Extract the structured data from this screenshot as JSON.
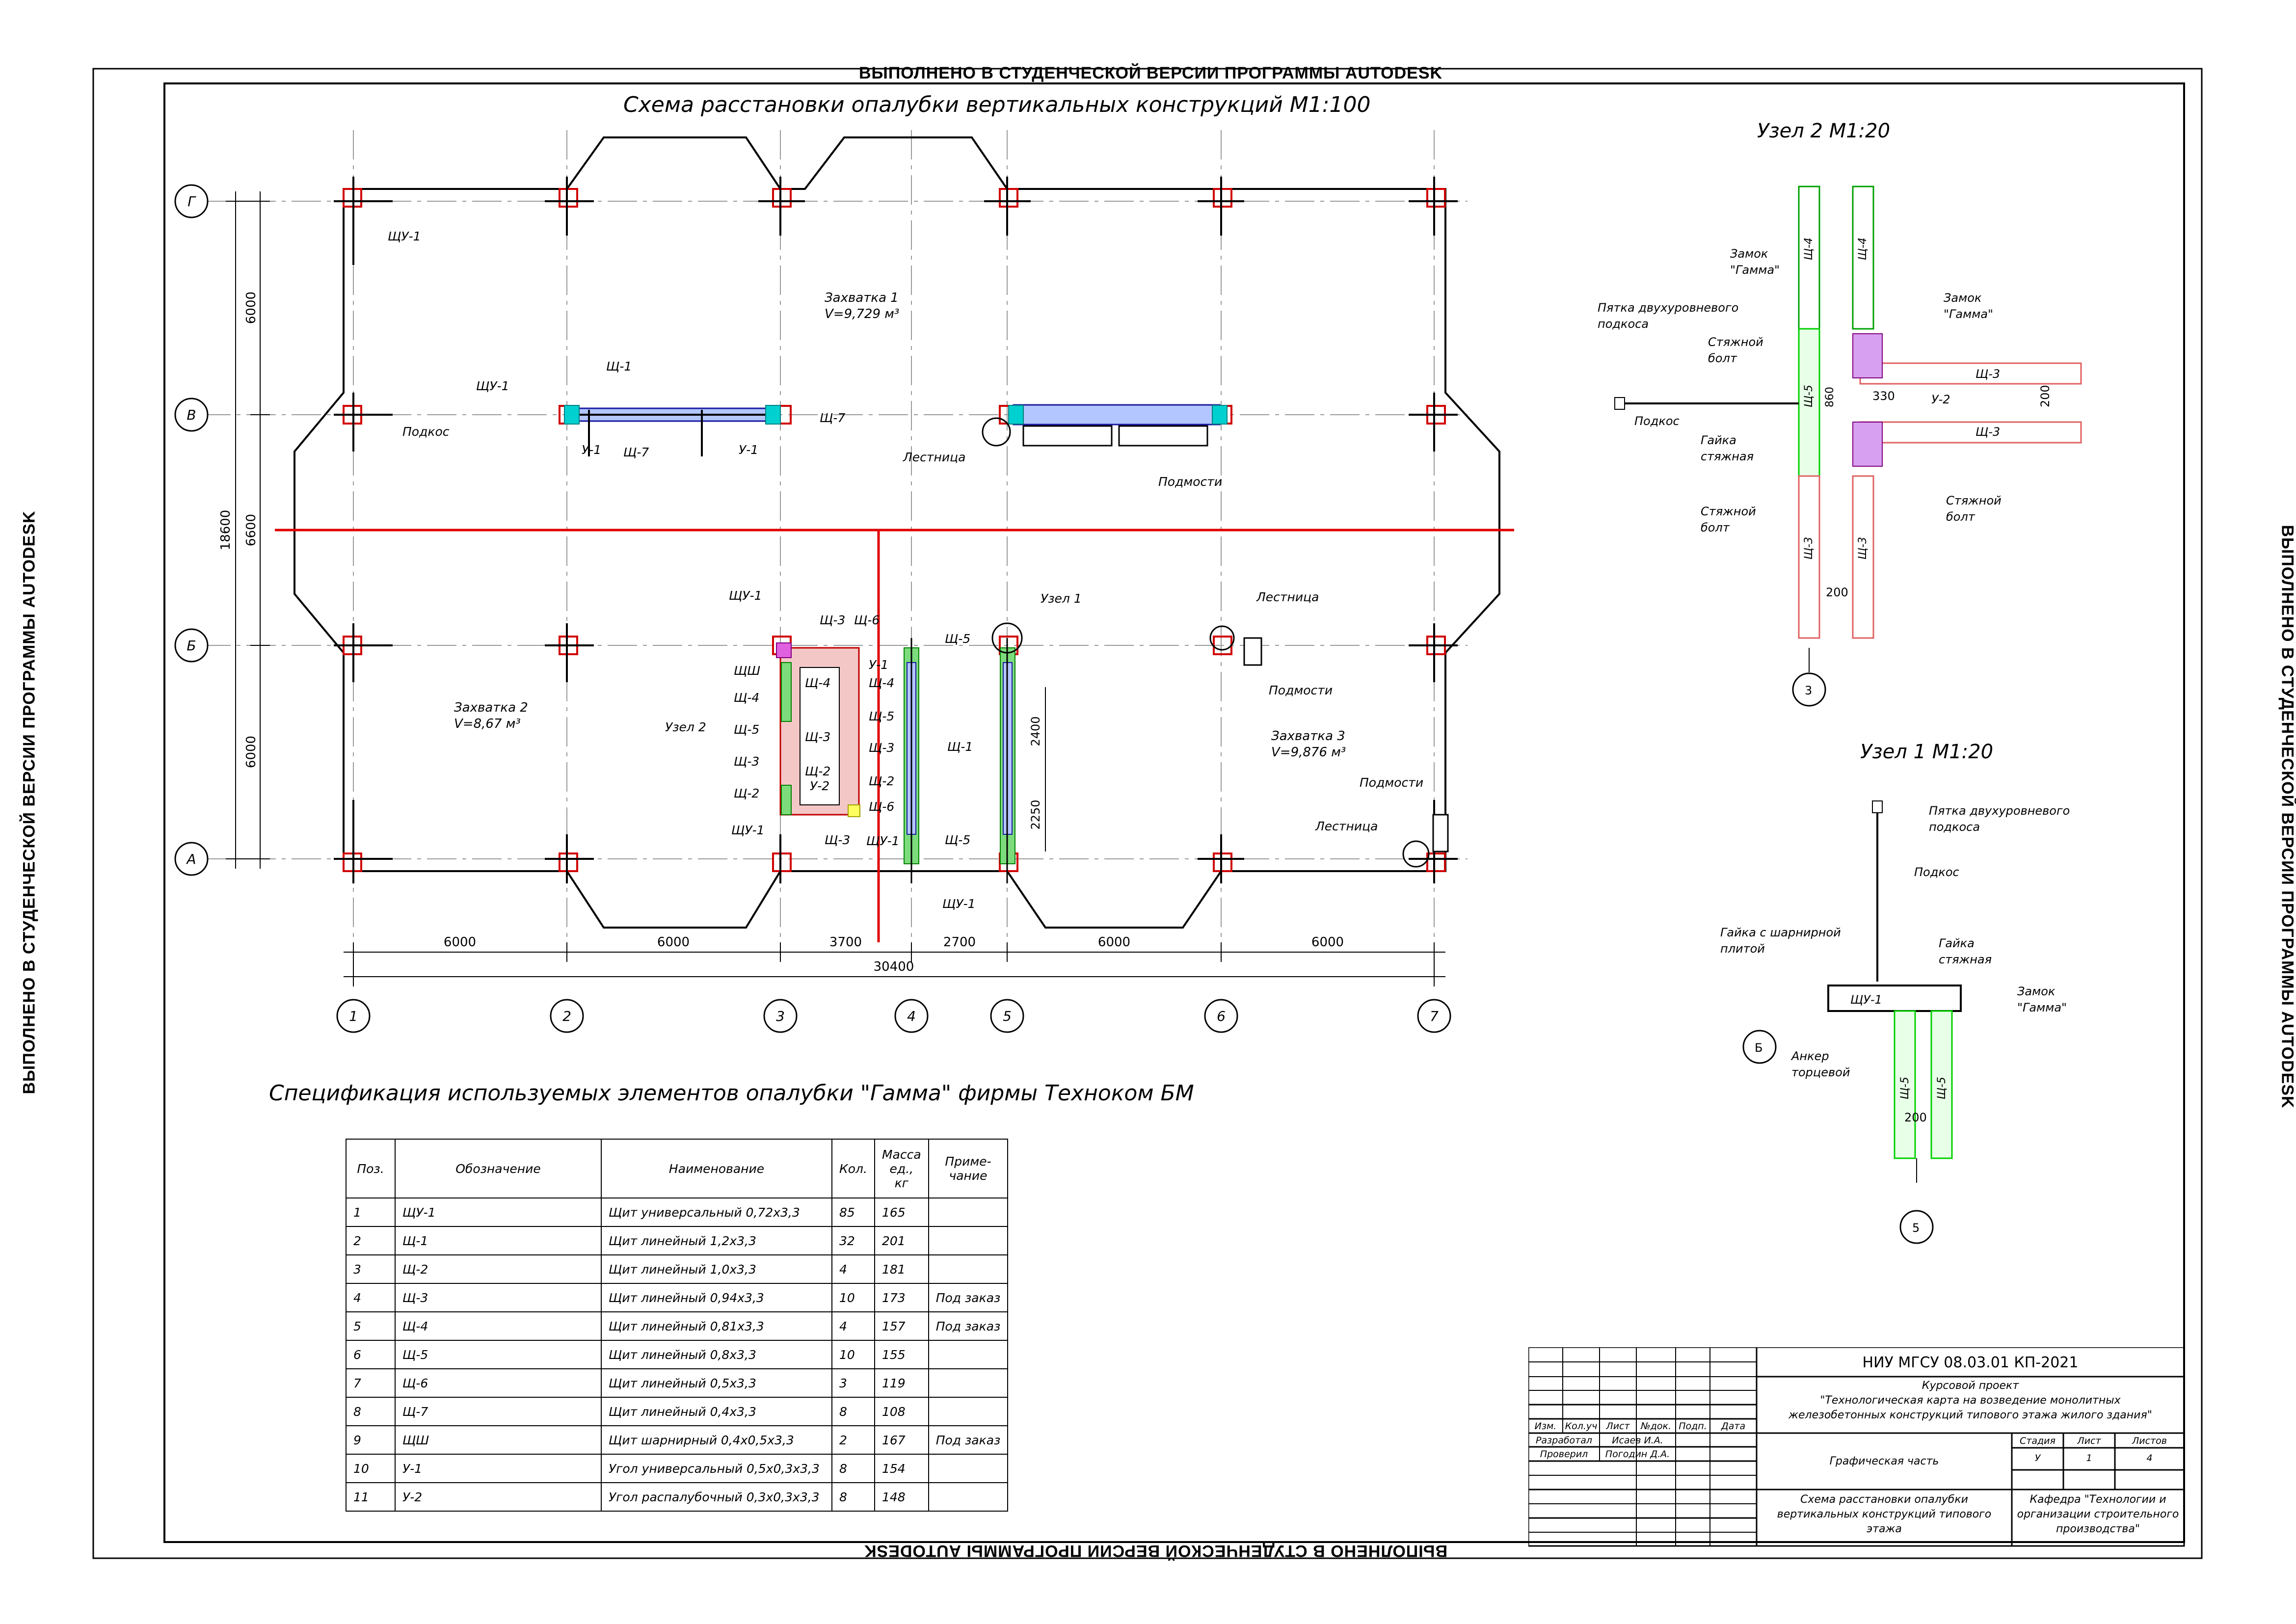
{
  "watermark": "ВЫПОЛНЕНО В СТУДЕНЧЕСКОЙ ВЕРСИИ ПРОГРАММЫ AUTODESK",
  "plan": {
    "title": "Схема расстановки опалубки вертикальных конструкций М1:100",
    "row_axes": [
      "Г",
      "В",
      "Б",
      "А"
    ],
    "col_axes": [
      "1",
      "2",
      "3",
      "4",
      "5",
      "6",
      "7"
    ],
    "col_dims": [
      "6000",
      "6000",
      "3700",
      "2700",
      "6000",
      "6000"
    ],
    "total_dim": "30400",
    "row_dims": [
      "6000",
      "6600",
      "6000"
    ],
    "row_total": "18600",
    "grips": [
      {
        "name": "Захватка 1",
        "volume": "V=9,729 м³"
      },
      {
        "name": "Захватка 2",
        "volume": "V=8,67 м³"
      },
      {
        "name": "Захватка 3",
        "volume": "V=9,876 м³"
      }
    ],
    "labels": {
      "shu1": "ЩУ-1",
      "sh1": "Щ-1",
      "sh2": "Щ-2",
      "sh3": "Щ-3",
      "sh4": "Щ-4",
      "sh5": "Щ-5",
      "sh6": "Щ-6",
      "sh7": "Щ-7",
      "shsh": "ЩШ",
      "u1": "У-1",
      "u2": "У-2",
      "podkos": "Подкос",
      "lestnica": "Лестница",
      "podmosti": "Подмости",
      "uzel1": "Узел 1",
      "uzel2": "Узел 2",
      "d2400": "2400",
      "d2250": "2250"
    }
  },
  "node2": {
    "title": "Узел 2 М1:20",
    "labels": {
      "zamok1": "Замок",
      "gamma1": "\"Гамма\"",
      "zamok2": "Замок",
      "gamma2": "\"Гамма\"",
      "pyatka1": "Пятка двухуровневого",
      "pyatka2": "подкоса",
      "styazh1": "Стяжной",
      "bolt1": "болт",
      "styazh2": "Стяжной",
      "bolt2": "болт",
      "styazh3": "Стяжной",
      "bolt3": "болт",
      "podkos": "Подкос",
      "gaika": "Гайка",
      "styazhnaya": "стяжная",
      "sh4": "Щ-4",
      "sh5": "Щ-5",
      "sh3": "Щ-3",
      "u2": "У-2",
      "d860": "860",
      "d330": "330",
      "d200a": "200",
      "d200b": "200",
      "axis": "3"
    }
  },
  "node1": {
    "title": "Узел 1 М1:20",
    "labels": {
      "pyatka1": "Пятка двухуровневого",
      "pyatka2": "подкоса",
      "podkos": "Подкос",
      "gaika1": "Гайка с шарнирной",
      "gaika2": "плитой",
      "gaika3": "Гайка",
      "gaika4": "стяжная",
      "zamok": "Замок",
      "gamma": "\"Гамма\"",
      "shu1": "ЩУ-1",
      "anker1": "Анкер",
      "anker2": "торцевой",
      "sh5": "Щ-5",
      "d200": "200",
      "axisB": "Б",
      "axis5": "5"
    }
  },
  "spec": {
    "title": "Спецификация используемых элементов опалубки \"Гамма\" фирмы Техноком БМ",
    "headers": [
      "Поз.",
      "Обозначение",
      "Наименование",
      "Кол.",
      "Масса ед., кг",
      "Приме-чание"
    ],
    "rows": [
      [
        "1",
        "ЩУ-1",
        "Щит универсальный 0,72х3,3",
        "85",
        "165",
        ""
      ],
      [
        "2",
        "Щ-1",
        "Щит линейный 1,2х3,3",
        "32",
        "201",
        ""
      ],
      [
        "3",
        "Щ-2",
        "Щит линейный 1,0х3,3",
        "4",
        "181",
        ""
      ],
      [
        "4",
        "Щ-3",
        "Щит линейный 0,94х3,3",
        "10",
        "173",
        "Под заказ"
      ],
      [
        "5",
        "Щ-4",
        "Щит линейный 0,81х3,3",
        "4",
        "157",
        "Под заказ"
      ],
      [
        "6",
        "Щ-5",
        "Щит линейный 0,8х3,3",
        "10",
        "155",
        ""
      ],
      [
        "7",
        "Щ-6",
        "Щит линейный 0,5х3,3",
        "3",
        "119",
        ""
      ],
      [
        "8",
        "Щ-7",
        "Щит линейный 0,4х3,3",
        "8",
        "108",
        ""
      ],
      [
        "9",
        "ЩШ",
        "Щит шарнирный 0,4х0,5х3,3",
        "2",
        "167",
        "Под заказ"
      ],
      [
        "10",
        "У-1",
        "Угол универсальный 0,5х0,3х3,3",
        "8",
        "154",
        ""
      ],
      [
        "11",
        "У-2",
        "Угол распалубочный 0,3х0,3х3,3",
        "8",
        "148",
        ""
      ]
    ]
  },
  "stamp": {
    "code": "НИУ МГСУ  08.03.01 КП-2021",
    "project1": "Курсовой проект",
    "project2": "\"Технологическая карта на возведение монолитных",
    "project3": "железобетонных конструкций типового этажа жилого здания\"",
    "cols": [
      "Изм.",
      "Кол.уч",
      "Лист",
      "№док.",
      "Подп.",
      "Дата"
    ],
    "razrab": "Разработал",
    "razrab_name": "Исаев И.А.",
    "prover": "Проверил",
    "prover_name": "Погодин Д.А.",
    "part": "Графическая часть",
    "stadiya_h": "Стадия",
    "list_h": "Лист",
    "listov_h": "Листов",
    "stadiya": "У",
    "list": "1",
    "listov": "4",
    "sheet1": "Схема расстановки опалубки",
    "sheet2": "вертикальных конструкций типового",
    "sheet3": "этажа",
    "dept1": "Кафедра \"Технологии и",
    "dept2": "организации строительного",
    "dept3": "производства\""
  }
}
